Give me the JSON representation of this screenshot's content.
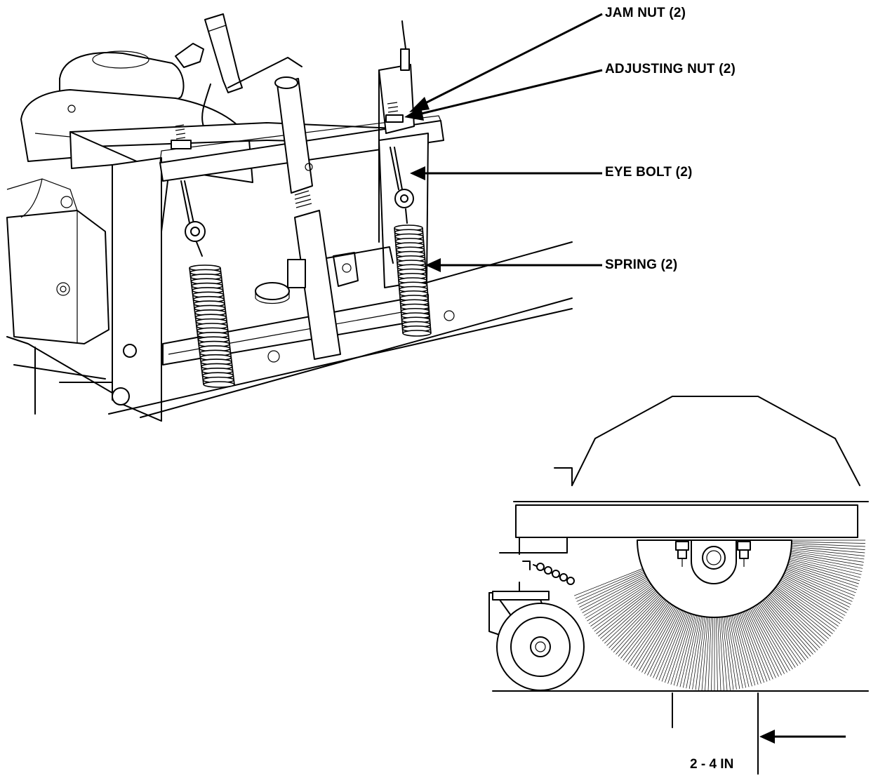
{
  "callouts": {
    "jam_nut": "JAM NUT (2)",
    "adjusting_nut": "ADJUSTING NUT (2)",
    "eye_bolt": "EYE BOLT (2)",
    "spring": "SPRING (2)"
  },
  "dimension": {
    "label": "2 - 4 IN"
  },
  "colors": {
    "line": "#000000",
    "background": "#ffffff"
  }
}
